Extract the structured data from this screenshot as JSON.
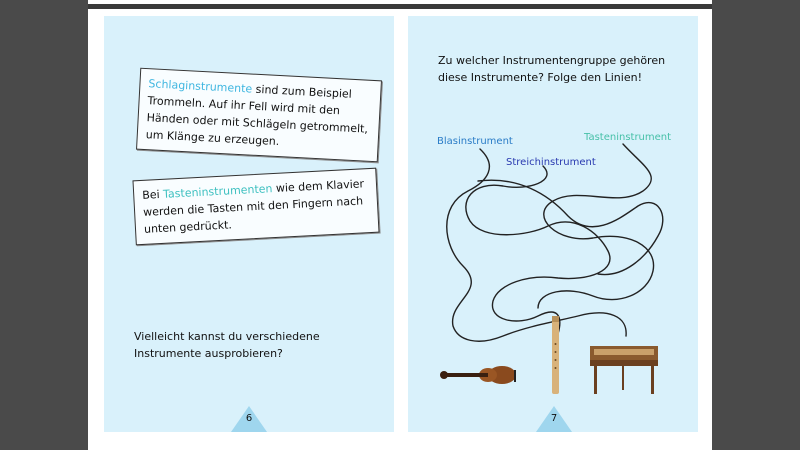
{
  "left_page": {
    "box1": {
      "highlight": "Schlaginstrumente",
      "rest": " sind zum Beispiel Trommeln. Auf ihr Fell wird mit den Händen oder mit Schlägeln getrommelt, um Klänge zu erzeugen."
    },
    "box2": {
      "prefix": "Bei ",
      "highlight": "Tasteninstrumenten",
      "rest": " wie dem Klavier werden die Tasten mit den Fingern nach unten gedrückt."
    },
    "paragraph": "Vielleicht kannst du verschiedene Instrumente ausprobieren?",
    "page_number": "6"
  },
  "right_page": {
    "title": "Zu welcher Instrumentengruppe gehören diese Instrumente? Folge den Linien!",
    "labels": {
      "blas": "Blasinstrument",
      "streich": "Streichinstrument",
      "tasten": "Tasteninstrument"
    },
    "page_number": "7"
  },
  "colors": {
    "page_bg": "#d9f1fb",
    "highlight_blue": "#3fb6e0",
    "highlight_teal": "#3ec0c0",
    "label_blas": "#2a7cc7",
    "label_streich": "#2a3ab0",
    "label_tasten": "#47c0a8"
  },
  "icons": [
    "violin-icon",
    "recorder-icon",
    "harpsichord-icon"
  ]
}
